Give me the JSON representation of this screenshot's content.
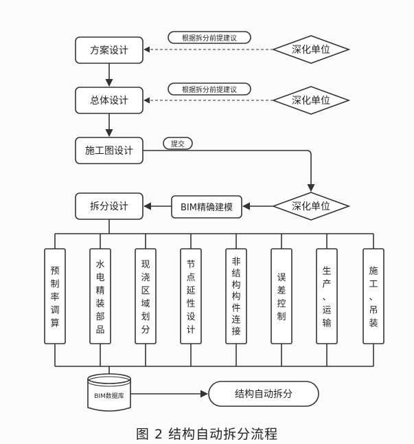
{
  "nodes": {
    "fangan": "方案设计",
    "zongti": "总体设计",
    "shigongtu": "施工图设计",
    "chaifen": "拆分设计",
    "bim_model": "BIM精确建模",
    "shenhua_1": "深化单位",
    "shenhua_2": "深化单位",
    "shenhua_3": "深化单位",
    "bim_db": "BIM数据库",
    "auto_split": "结构自动拆分"
  },
  "edge_labels": {
    "suggest_1": "根据拆分前提建议",
    "suggest_2": "根据拆分前提建议",
    "submit": "提交"
  },
  "branches": [
    "预制率调算",
    "水电精装部品",
    "现浇区域划分",
    "节点延性设计",
    "非结构构件连接",
    "误差控制",
    "生产、运输",
    "施工、吊装"
  ],
  "caption": "图 2  结构自动拆分流程"
}
